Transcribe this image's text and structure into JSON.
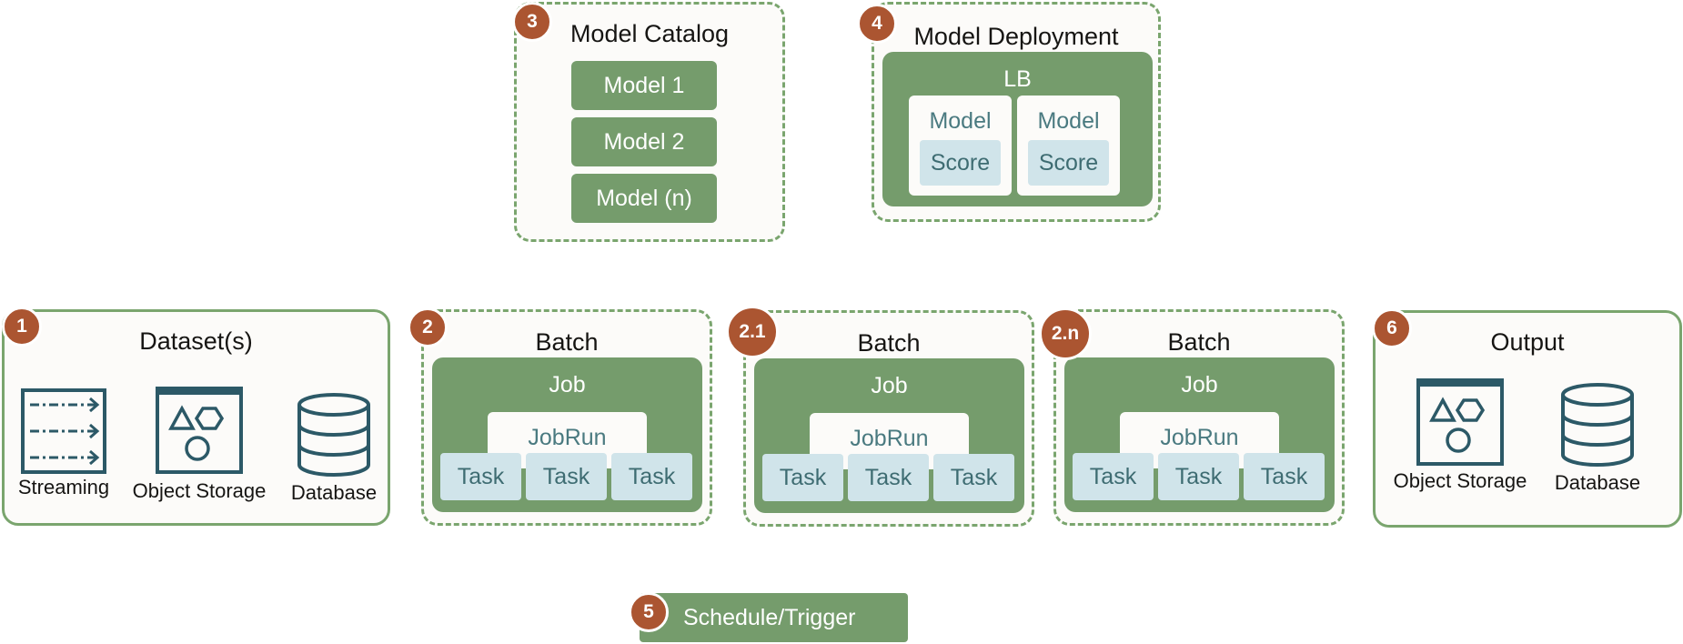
{
  "catalog": {
    "badge": "3",
    "title": "Model Catalog",
    "models": [
      "Model 1",
      "Model 2",
      "Model (n)"
    ]
  },
  "deployment": {
    "badge": "4",
    "title": "Model Deployment",
    "lb": "LB",
    "units": [
      {
        "model": "Model",
        "score": "Score"
      },
      {
        "model": "Model",
        "score": "Score"
      }
    ]
  },
  "datasets": {
    "badge": "1",
    "title": "Dataset(s)",
    "items": [
      {
        "icon": "streaming-icon",
        "label": "Streaming"
      },
      {
        "icon": "object-storage-icon",
        "label": "Object Storage"
      },
      {
        "icon": "database-icon",
        "label": "Database"
      }
    ]
  },
  "batches": [
    {
      "badge": "2",
      "title": "Batch",
      "job": "Job",
      "jobrun": "JobRun",
      "tasks": [
        "Task",
        "Task",
        "Task"
      ]
    },
    {
      "badge": "2.1",
      "title": "Batch",
      "job": "Job",
      "jobrun": "JobRun",
      "tasks": [
        "Task",
        "Task",
        "Task"
      ]
    },
    {
      "badge": "2.n",
      "title": "Batch",
      "job": "Job",
      "jobrun": "JobRun",
      "tasks": [
        "Task",
        "Task",
        "Task"
      ]
    }
  ],
  "output": {
    "badge": "6",
    "title": "Output",
    "items": [
      {
        "icon": "object-storage-icon",
        "label": "Object Storage"
      },
      {
        "icon": "database-icon",
        "label": "Database"
      }
    ]
  },
  "schedule": {
    "badge": "5",
    "label": "Schedule/Trigger"
  },
  "colors": {
    "green": "#759c6c",
    "dashed_border": "#7aa56e",
    "badge": "#ab5531",
    "chip": "#d0e4ea",
    "icon_stroke": "#2c5967",
    "text_teal": "#4a7a80"
  }
}
